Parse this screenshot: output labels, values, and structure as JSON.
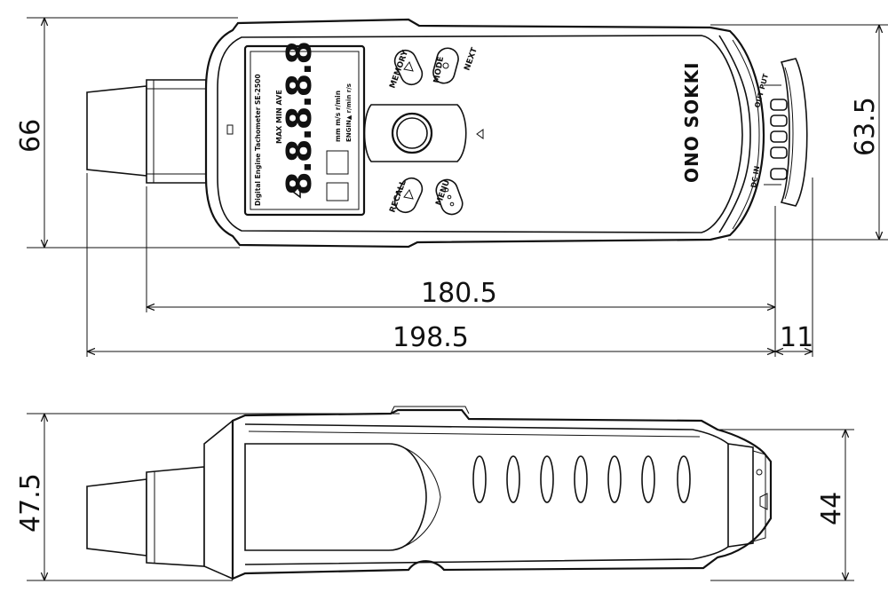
{
  "dimensions": {
    "top_height": "66",
    "top_body_height": "63.5",
    "body_length": "180.5",
    "total_length": "198.5",
    "connector_length": "11",
    "side_height": "47.5",
    "side_body_height": "44"
  },
  "device": {
    "lcd_model_label": "Digital Engine Tachometer SE-2500",
    "lcd_stat_labels": "MAX MIN AVE",
    "lcd_unit_labels": "mm m/s r/min",
    "lcd_unit_labels_2": "ENGIN▲ r/min r/s",
    "lcd_digits": "8.8.8.8.8",
    "button_memory": "MEMORY",
    "button_mode": "MODE",
    "button_next": "NEXT",
    "button_recall": "RECALL",
    "button_menu": "MENU",
    "brand": "ONO SOKKI",
    "port_output": "OUT PUT",
    "port_dc_in": "DC IN"
  }
}
